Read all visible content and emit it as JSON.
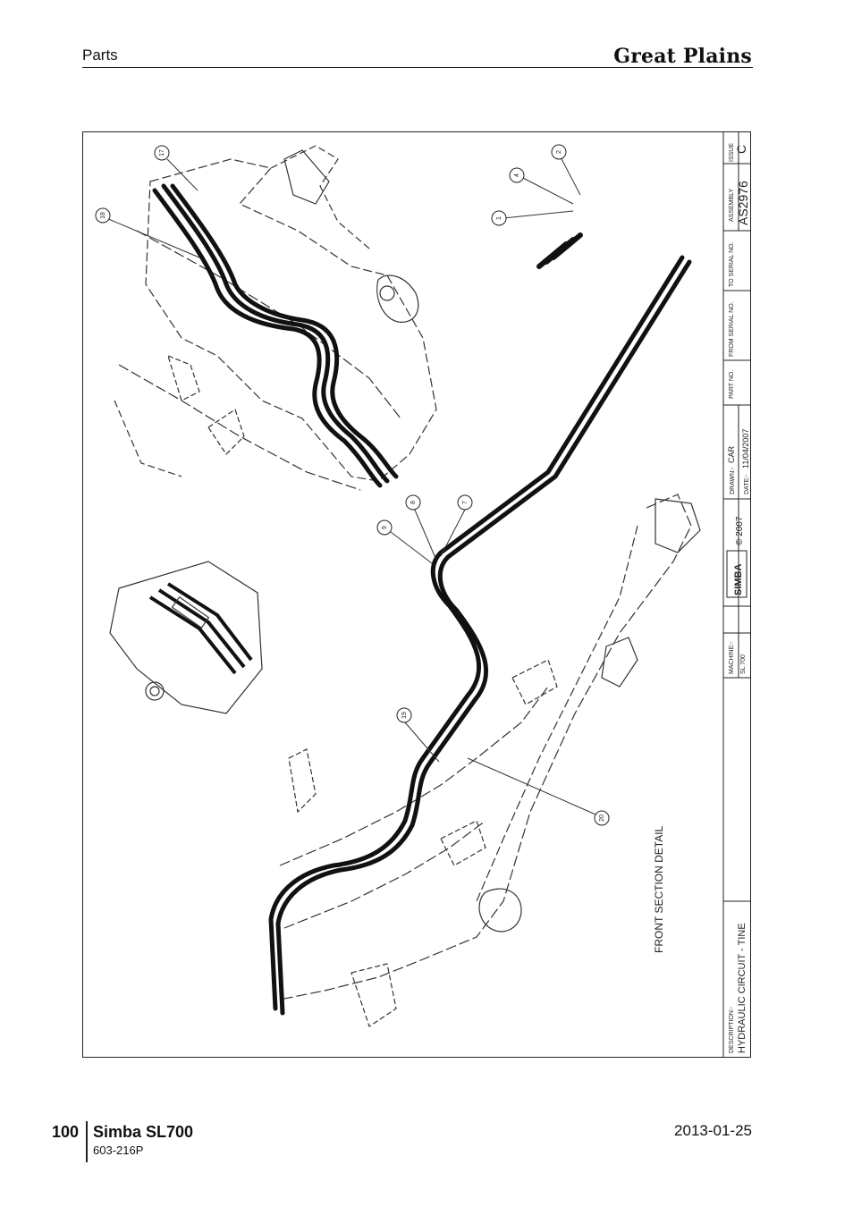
{
  "header": {
    "section": "Parts",
    "brand": "Great Plains"
  },
  "drawing": {
    "callouts": [
      "1",
      "2",
      "4",
      "7",
      "8",
      "9",
      "17",
      "18",
      "19",
      "20"
    ],
    "detail_label": "FRONT SECTION DETAIL",
    "title_block": {
      "issue_label": "ISSUE",
      "issue_value": "C",
      "assembly_label": "ASSEMBLY",
      "assembly_value": "AS2976",
      "to_serial_label": "TO SERIAL NO.",
      "from_serial_label": "FROM SERIAL NO.",
      "part_no_label": "PART NO.",
      "date_label": "DATE:-",
      "date_value": "11/04/2007",
      "drawn_label": "DRAWN:-",
      "drawn_value": "CAR",
      "copyright": "© 2007",
      "logo_text": "SIMBA",
      "machine_label": "MACHINE:-",
      "machine_value": "SL 700",
      "description_label": "DESCRIPTION:-",
      "description_value": "HYDRAULIC CIRCUIT - TINE"
    }
  },
  "footer": {
    "page_number": "100",
    "model": "Simba SL700",
    "doc_code": "603-216P",
    "date": "2013-01-25"
  }
}
